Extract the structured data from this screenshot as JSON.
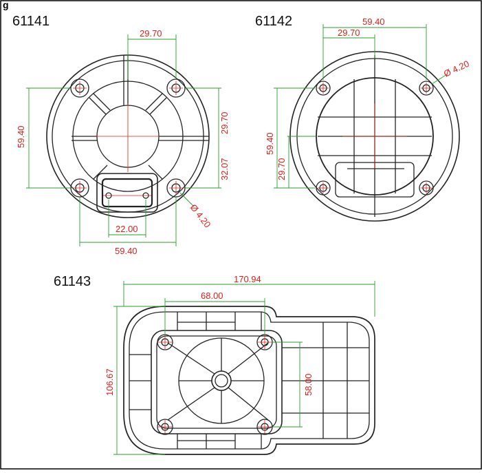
{
  "page_letter": "g",
  "colors": {
    "outline": "#222222",
    "dimension_line": "#2a9d2a",
    "dimension_text": "#e0201a",
    "center_line": "#e0201a"
  },
  "parts": [
    {
      "id": "61141",
      "label": "61141",
      "dims": {
        "top": "29.70",
        "right_upper": "29.70",
        "right_lower": "32.07",
        "left": "59.40",
        "slot": "22.00",
        "bottom": "59.40",
        "hole": "Ø 4.20"
      }
    },
    {
      "id": "61142",
      "label": "61142",
      "dims": {
        "top_outer": "59.40",
        "top_inner": "29.70",
        "left_outer": "59.40",
        "left_inner": "29.70",
        "hole": "Ø 4.20"
      }
    },
    {
      "id": "61143",
      "label": "61143",
      "dims": {
        "overall_length": "170.94",
        "hole_spacing": "68.00",
        "height": "106.67",
        "vertical_spacing": "58.00"
      }
    }
  ]
}
